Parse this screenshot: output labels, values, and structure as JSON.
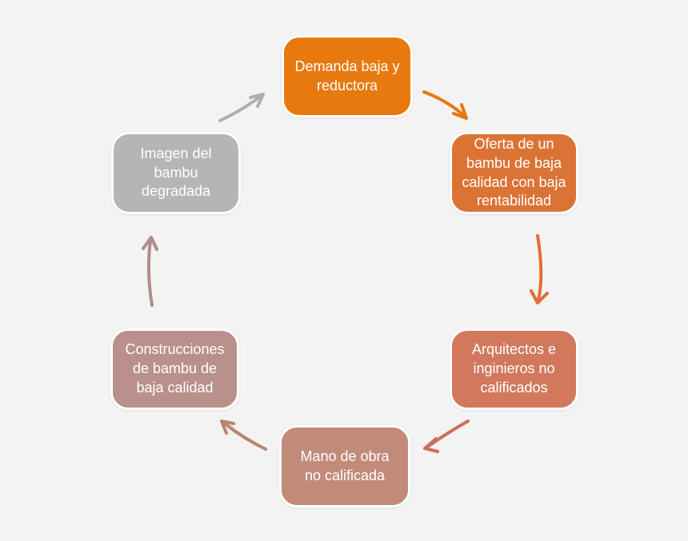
{
  "diagram": {
    "type": "cycle",
    "background_color": "#F4F3F3",
    "text_color": "#FFFFFF",
    "nodes": [
      {
        "id": "demanda",
        "label": "Demanda baja y reductora",
        "color": "#E8790F"
      },
      {
        "id": "oferta",
        "label": "Oferta de un bambu de baja calidad con baja rentabilidad",
        "color": "#DB7335"
      },
      {
        "id": "arquitectos",
        "label": "Arquitectos e inginieros no calificados",
        "color": "#D2785C"
      },
      {
        "id": "mano-de-obra",
        "label": "Mano de obra no calificada",
        "color": "#C28A79"
      },
      {
        "id": "construcciones",
        "label": "Construcciones de bambu de baja calidad",
        "color": "#B9908B"
      },
      {
        "id": "imagen",
        "label": "Imagen del bambu degradada",
        "color": "#B5B5B5"
      }
    ],
    "arrows": [
      {
        "from": "demanda",
        "to": "oferta",
        "color": "#E8770E"
      },
      {
        "from": "oferta",
        "to": "arquitectos",
        "color": "#E06F38"
      },
      {
        "from": "arquitectos",
        "to": "mano-de-obra",
        "color": "#CC7054"
      },
      {
        "from": "mano-de-obra",
        "to": "construcciones",
        "color": "#BA8471"
      },
      {
        "from": "construcciones",
        "to": "imagen",
        "color": "#B18D8B"
      },
      {
        "from": "imagen",
        "to": "demanda",
        "color": "#AFAFAF"
      }
    ]
  }
}
